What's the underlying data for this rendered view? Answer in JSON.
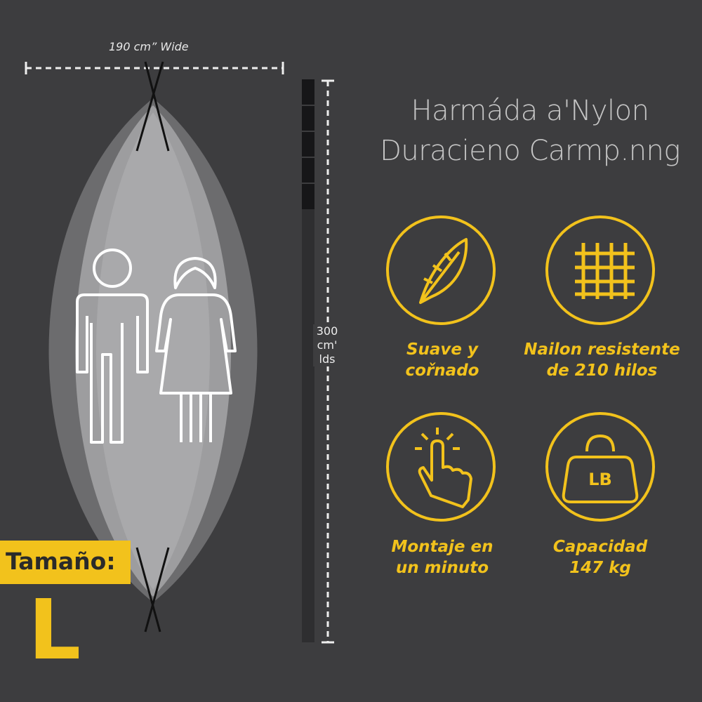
{
  "title": {
    "line1": "Harmáda a'Nylon",
    "line2": "Duracieno Carmp.nng"
  },
  "dimensions": {
    "width_label": "190 cm” Wide",
    "length_value": "300",
    "length_unit": "cm'",
    "length_suffix": "lds"
  },
  "size": {
    "label": "Tamaño:",
    "value": "L"
  },
  "features": [
    {
      "icon": "feather-icon",
      "line1": "Suave y",
      "line2": "cořnado"
    },
    {
      "icon": "woven-thread-icon",
      "line1": "Nailon resistente",
      "line2": "de 210 hilos"
    },
    {
      "icon": "tap-hand-icon",
      "line1": "Montaje en",
      "line2": "un minuto"
    },
    {
      "icon": "weight-lb-icon",
      "line1": "Capacidad",
      "line2": "147 kg",
      "icon_text": "LB"
    }
  ],
  "colors": {
    "accent": "#f2c21c",
    "background": "#3d3d3f"
  }
}
